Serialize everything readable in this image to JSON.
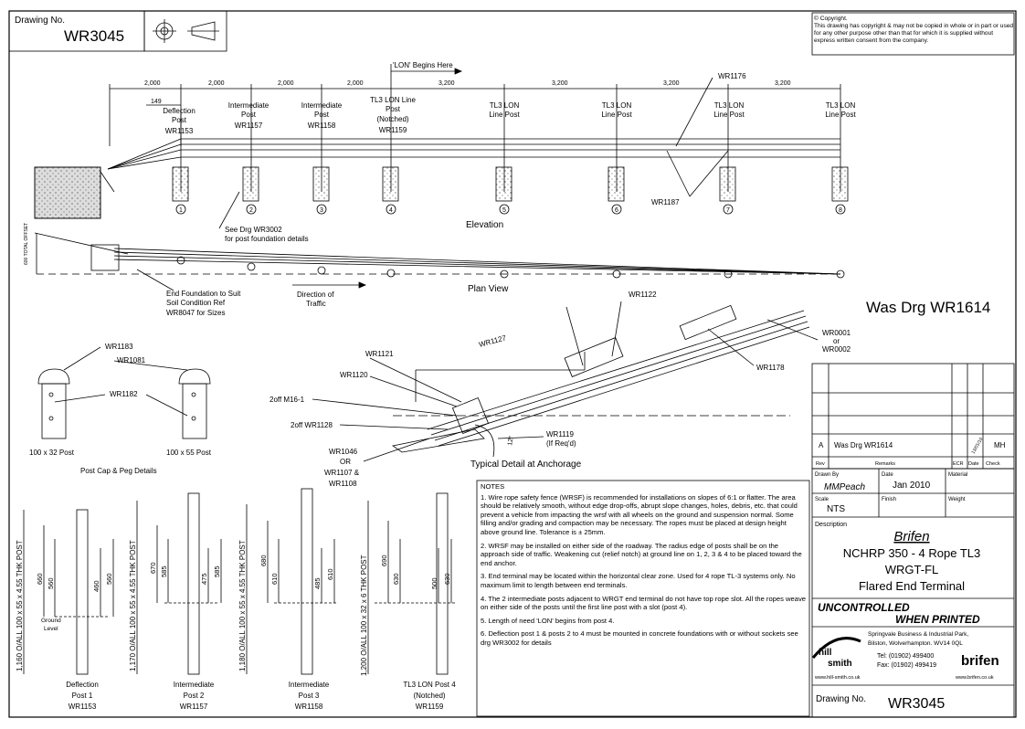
{
  "drawing_no_label": "Drawing No.",
  "drawing_no": "WR3045",
  "copyright": {
    "title": "Copyright.",
    "text": "This drawing has copyright & may not be copied in whole or in part or used for any other purpose other than that for which it is supplied without express written consent from the company."
  },
  "elevation": {
    "lon_begins": "'LON' Begins Here",
    "dims": [
      "2,000",
      "2,000",
      "2,000",
      "2,000",
      "3,200",
      "3,200",
      "3,200",
      "3,200"
    ],
    "dim_149": "149",
    "posts": [
      {
        "l1": "Deflection",
        "l2": "Post",
        "l3": "WR1153",
        "num": "1"
      },
      {
        "l1": "Intermediate",
        "l2": "Post",
        "l3": "WR1157",
        "num": "2"
      },
      {
        "l1": "Intermediate",
        "l2": "Post",
        "l3": "WR1158",
        "num": "3"
      },
      {
        "l1": "TL3 LON Line",
        "l2": "Post",
        "l3": "(Notched)",
        "l4": "WR1159",
        "num": "4"
      },
      {
        "l1": "TL3 LON",
        "l2": "Line Post",
        "num": "5"
      },
      {
        "l1": "TL3 LON",
        "l2": "Line Post",
        "num": "6"
      },
      {
        "l1": "TL3 LON",
        "l2": "Line Post",
        "num": "7"
      },
      {
        "l1": "TL3 LON",
        "l2": "Line Post",
        "num": "8"
      }
    ],
    "wr1176": "WR1176",
    "wr1187": "WR1187",
    "see_drg_1": "See Drg WR3002",
    "see_drg_2": "for post foundation details",
    "title": "Elevation"
  },
  "plan": {
    "offset_label": "600 TOTAL OFFSET",
    "end_found_1": "End Foundation to Suit",
    "end_found_2": "Soil Condition Ref",
    "end_found_3": "WR8047 for Sizes",
    "direction_1": "Direction of",
    "direction_2": "Traffic",
    "title": "Plan View"
  },
  "was_drg": "Was Drg WR1614",
  "anchorage": {
    "labels": {
      "wr1122": "WR1122",
      "wr1127": "WR1127",
      "wr1121": "WR1121",
      "wr1120": "WR1120",
      "m16": "2off M16-1",
      "wr1128": "2off WR1128",
      "wr1046": "WR1046",
      "or1": "OR",
      "wr1107": "WR1107 &",
      "wr1108": "WR1108",
      "wr1119": "WR1119",
      "ifreq": "(If Req'd)",
      "wr1178": "WR1178",
      "wr0001": "WR0001",
      "or2": "or",
      "wr0002": "WR0002",
      "angle": "12°"
    },
    "title": "Typical Detail at Anchorage"
  },
  "post_cap": {
    "wr1183": "WR1183",
    "wr1081": "WR1081",
    "wr1182": "WR1182",
    "post_a": "100 x 32 Post",
    "post_b": "100 x 55 Post",
    "title": "Post Cap & Peg Details"
  },
  "post_details": [
    {
      "overall": "1,160 O/ALL 100 x 55 x 4.55 THK POST",
      "dims": [
        "660",
        "560",
        "460",
        "560"
      ],
      "ground1": "Ground",
      "ground2": "Level",
      "t1": "Deflection",
      "t2": "Post 1",
      "t3": "WR1153"
    },
    {
      "overall": "1,170 O/ALL 100 x 55 x 4.55 THK POST",
      "dims": [
        "670",
        "585",
        "475",
        "585"
      ],
      "t1": "Intermediate",
      "t2": "Post 2",
      "t3": "WR1157"
    },
    {
      "overall": "1,180 O/ALL 100 x 55 x 4.55 THK POST",
      "dims": [
        "680",
        "610",
        "485",
        "610"
      ],
      "t1": "Intermediate",
      "t2": "Post 3",
      "t3": "WR1158"
    },
    {
      "overall": "1,200 O/ALL 100 x 32 x 6 THK POST",
      "dims": [
        "690",
        "630",
        "500",
        "630"
      ],
      "t1": "TL3 LON Post 4",
      "t2": "(Notched)",
      "t3": "WR1159"
    }
  ],
  "notes": {
    "heading": "NOTES",
    "items": [
      "1. Wire rope safety fence (WRSF) is recommended for installations on slopes of 6:1 or flatter. The area should be relatively smooth, without edge drop-offs, abrupt slope changes, holes, debris, etc. that could prevent a vehicle from impacting the wrsf with all wheels on the ground and suspension normal. Some filling and/or grading and compaction may be necessary. The ropes must be placed at design height above ground line. Tolerance is ± 25mm.",
      "2. WRSF may be installed on either side of the roadway. The radius edge of posts shall be on the approach side of traffic. Weakening cut (relief notch) at ground line on 1, 2, 3 & 4 to be placed toward the end anchor.",
      "3. End terminal may be located within the horizontal clear zone. Used for 4 rope TL-3 systems only. No maximum limit to length between end terminals.",
      "4. The 2 intermediate posts adjacent to WRGT end terminal do not have top rope slot. All the ropes weave on either side of the posts until the first line post with a slot (post 4).",
      "5. Length of need 'LON' begins from post 4.",
      "6. Deflection post 1 & posts 2 to 4 must be mounted in concrete foundations with or without sockets see drg WR3002 for details"
    ]
  },
  "revision": {
    "rev": "A",
    "remarks": "Was Drg WR1614",
    "date": "13/01/10",
    "check": "MH",
    "hdr_rev": "Rev",
    "hdr_remarks": "Remarks",
    "hdr_ecr": "ECR",
    "hdr_date": "Date",
    "hdr_check": "Check"
  },
  "title_block": {
    "drawn_by_label": "Drawn By",
    "drawn_by": "MMPeach",
    "date_label": "Date",
    "date": "Jan 2010",
    "material_label": "Material",
    "scale_label": "Scale",
    "scale": "NTS",
    "finish_label": "Finish",
    "weight_label": "Weight",
    "description_label": "Description",
    "brand": "Brifen",
    "desc1": "NCHRP 350 - 4 Rope TL3",
    "desc2": "WRGT-FL",
    "desc3": "Flared End Terminal",
    "uncontrolled1": "UNCONTROLLED",
    "uncontrolled2": "WHEN PRINTED",
    "addr1": "Springvale Business & Industrial Park,",
    "addr2": "Bilston, Wolverhampton. WV14 0QL",
    "tel": "Tel: (01902) 499400",
    "fax": "Fax: (01902) 499419",
    "hill": "hill",
    "smith": "smith",
    "brifen_logo": "brifen",
    "web1": "www.hill-smith.co.uk",
    "web2": "www.brifen.co.uk",
    "drawing_no_label": "Drawing No.",
    "drawing_no": "WR3045"
  }
}
